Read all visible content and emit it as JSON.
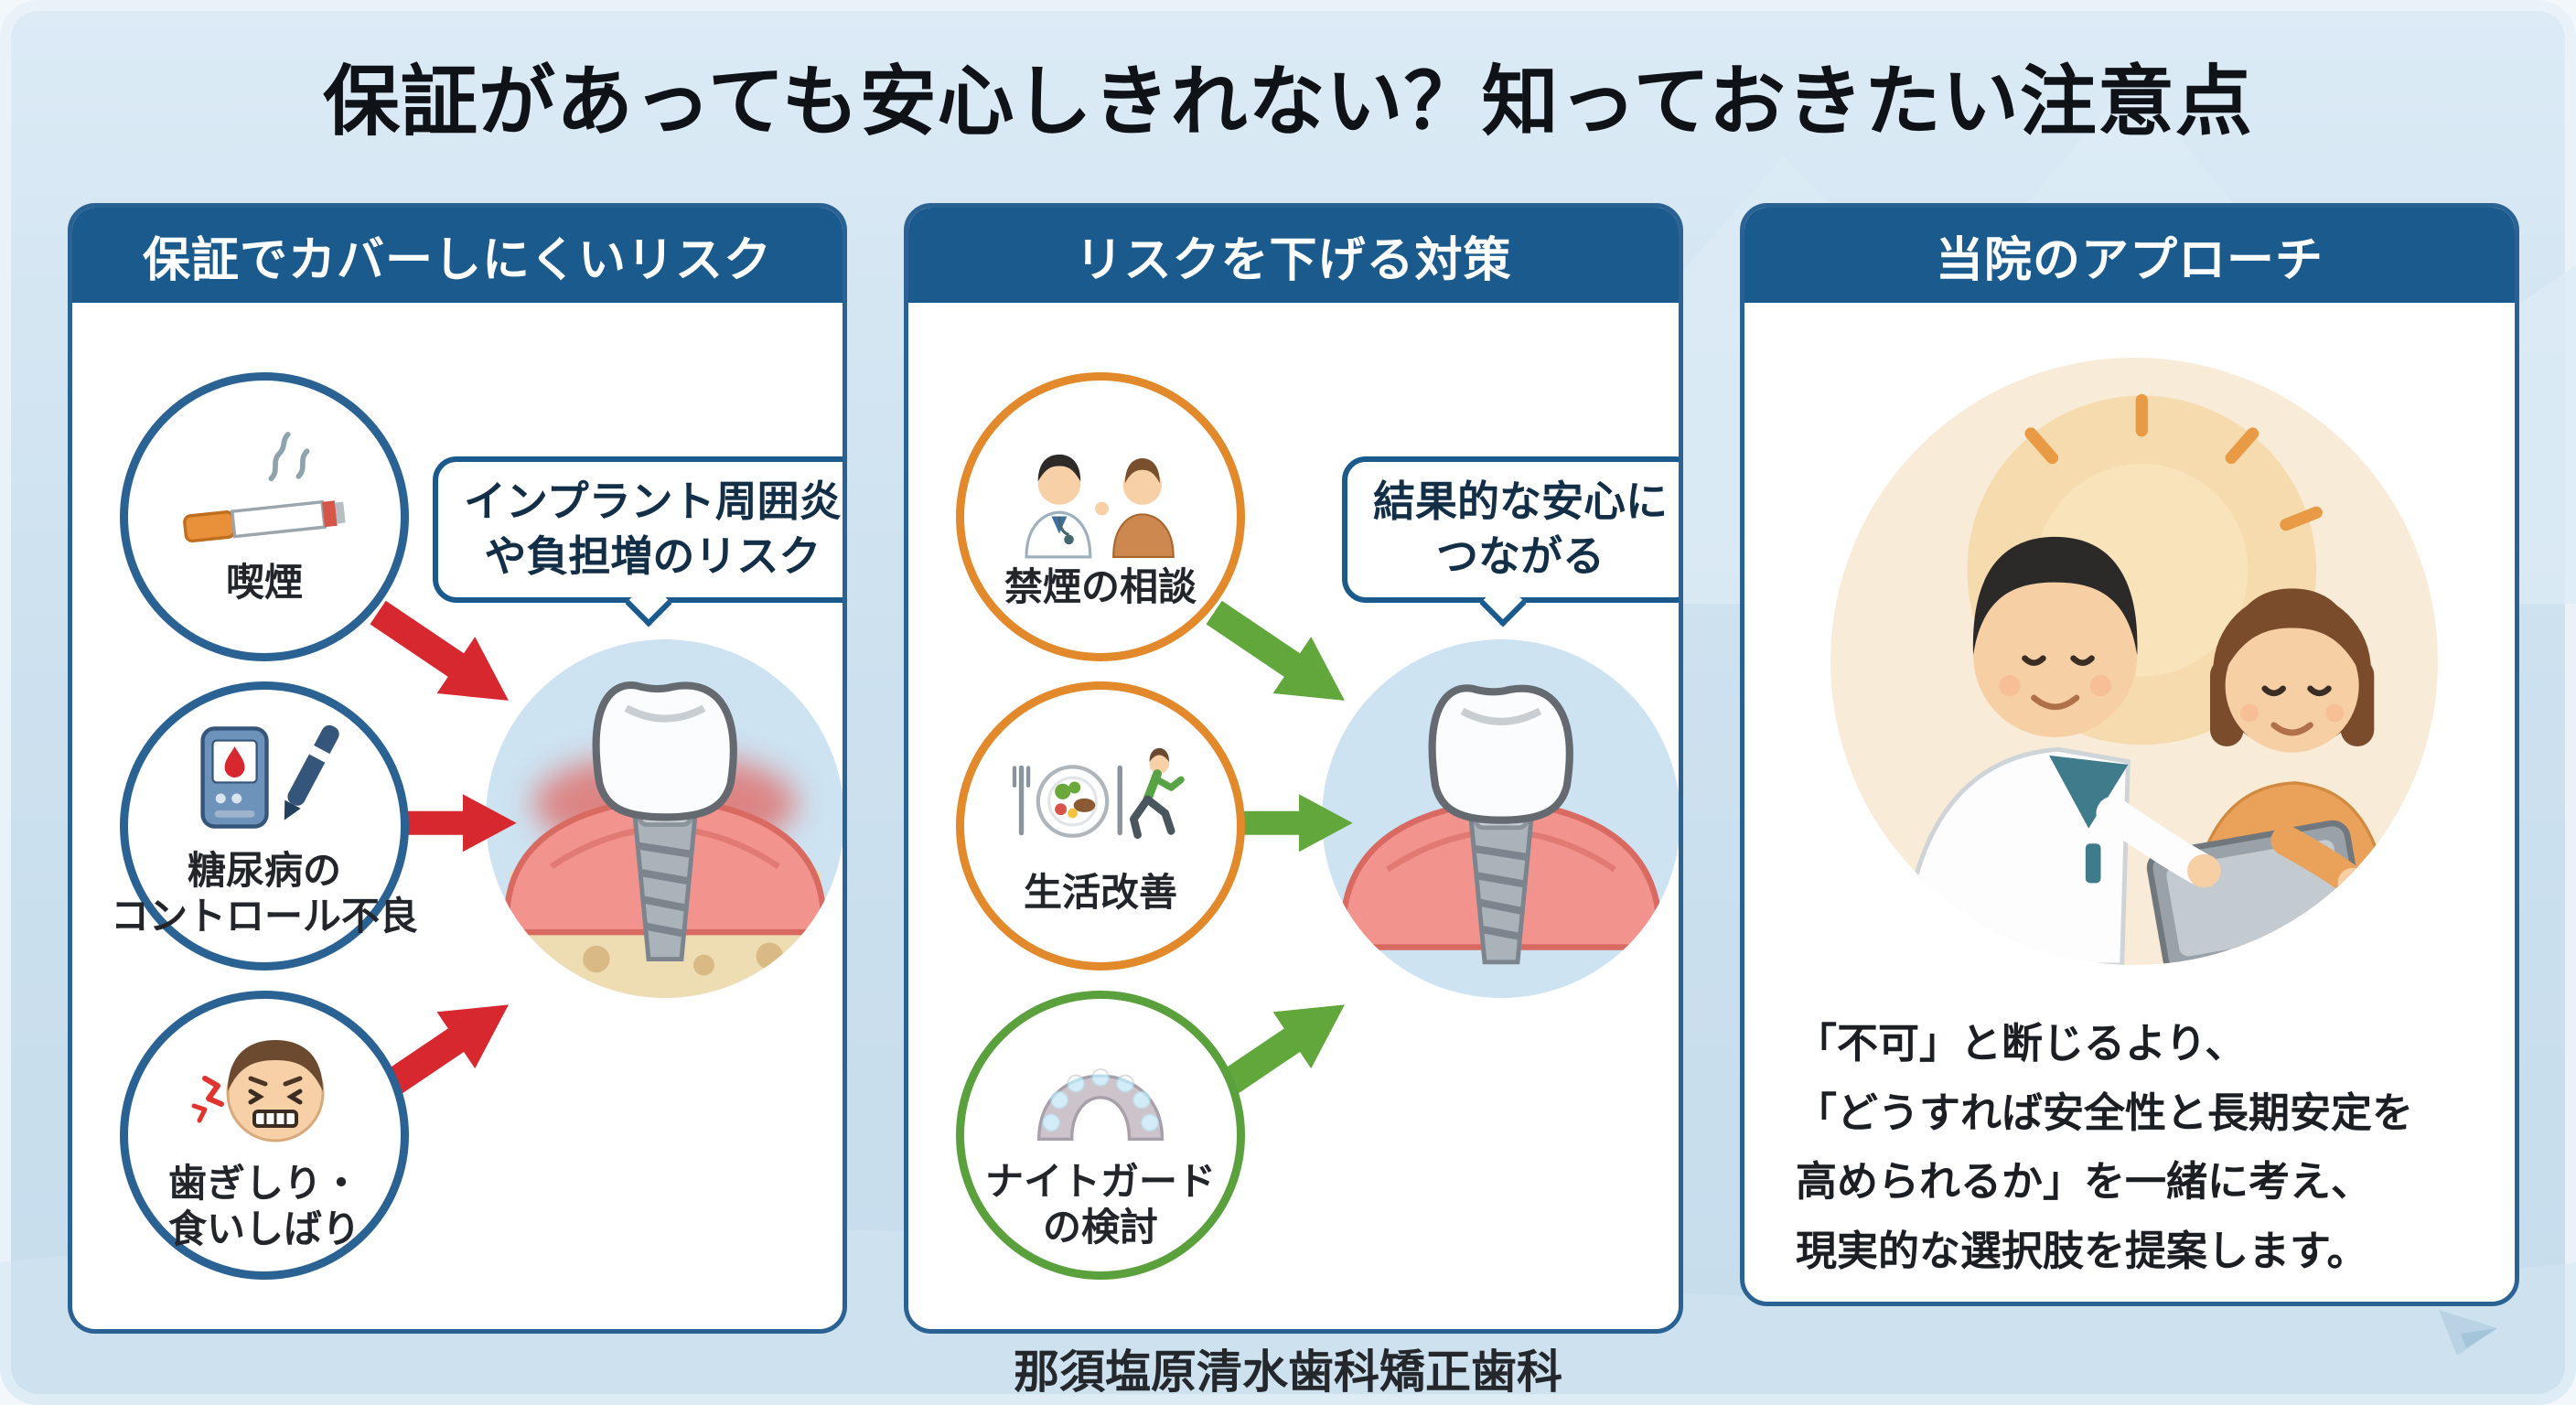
{
  "title": "保証があっても安心しきれない？知っておきたい注意点",
  "footer": {
    "clinic_name": "那須塩原清水歯科矯正歯科"
  },
  "colors": {
    "background_blue": "#cde1ef",
    "header_blue": "#1a5a8c",
    "panel_border_blue": "#2a6293",
    "risk_red": "#d7282f",
    "action_green": "#61a73c",
    "circle_orange": "#e2892b",
    "circle_green": "#5aa13e",
    "implant_circle_blue": "#cde3f2"
  },
  "panels": {
    "risks": {
      "header": "保証でカバーしにくいリスク",
      "items": [
        {
          "icon": "cigarette-icon",
          "label": "喫煙"
        },
        {
          "icon": "glucose-meter-icon",
          "label": "糖尿病の\nコントロール不良"
        },
        {
          "icon": "teeth-grinding-face-icon",
          "label": "歯ぎしり・\n食いしばり"
        }
      ],
      "bubble": "インプラント周囲炎\nや負担増のリスク",
      "center_icon": "inflamed-implant-icon"
    },
    "measures": {
      "header": "リスクを下げる対策",
      "items": [
        {
          "icon": "smoking-cessation-consult-icon",
          "label": "禁煙の相談"
        },
        {
          "icon": "healthy-lifestyle-icon",
          "label": "生活改善"
        },
        {
          "icon": "night-guard-icon",
          "label": "ナイトガード\nの検討"
        }
      ],
      "bubble": "結果的な安心に\nつながる",
      "center_icon": "healthy-implant-icon"
    },
    "approach": {
      "header": "当院のアプローチ",
      "illustration": "dentist-patient-tablet-illustration",
      "body": "「不可」と断じるより、\n「どうすれば安全性と長期安定を\n高められるか」を一緒に考え、\n現実的な選択肢を提案します。"
    }
  }
}
